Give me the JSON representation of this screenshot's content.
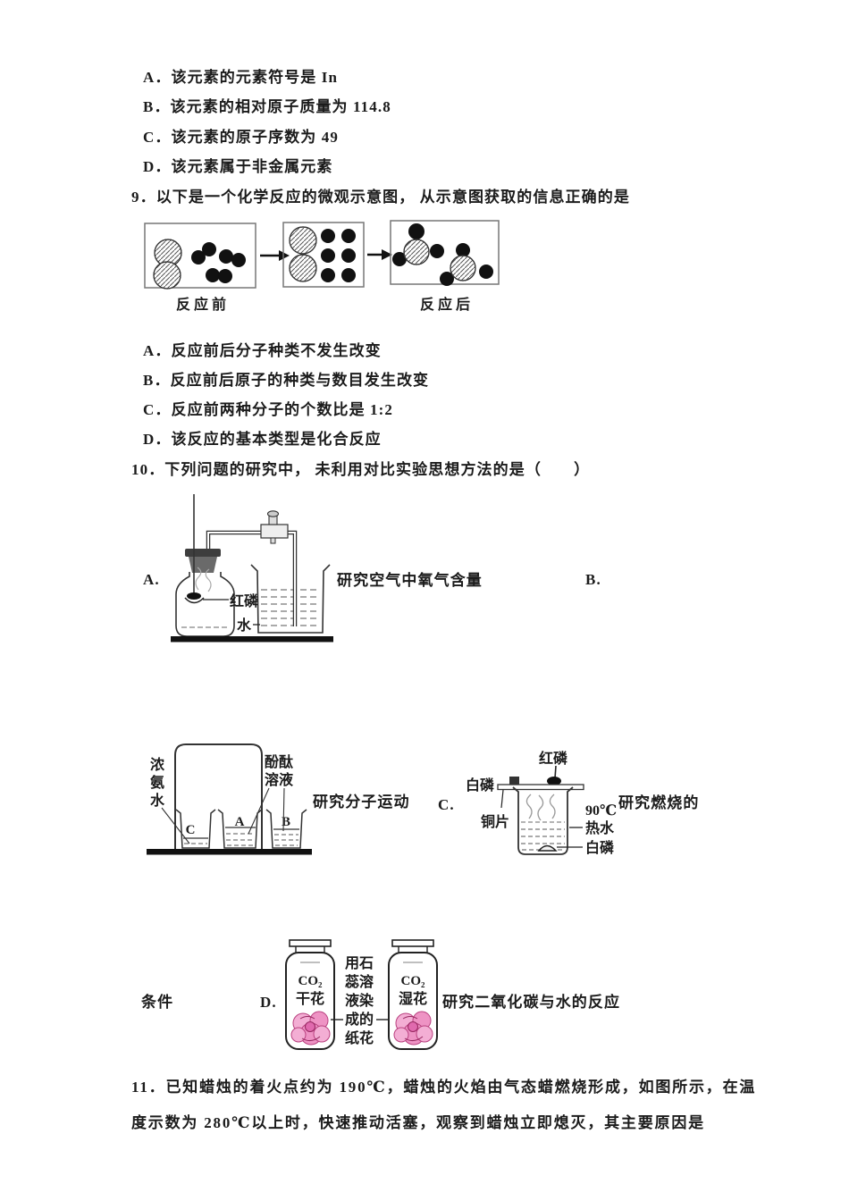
{
  "colors": {
    "text": "#1b1b1b",
    "diagram_stroke": "#333333",
    "box_border": "#777777",
    "navy_label": "#2c3a6b",
    "temperature_orange": "#a05f1f",
    "rose_pink": "#ee93c4",
    "rose_pink_dark": "#b9407f",
    "stopper_gray": "#555555",
    "table_black": "#111111"
  },
  "q8": {
    "option_a": "A．该元素的元素符号是 In",
    "option_b": "B．该元素的相对原子质量为 114.8",
    "option_c": "C．该元素的原子序数为 49",
    "option_d": "D．该元素属于非金属元素"
  },
  "q9": {
    "stem": "9．以下是一个化学反应的微观示意图， 从示意图获取的信息正确的是",
    "diagram": {
      "before_label": "反应前",
      "after_label": "反应后"
    },
    "option_a": "A．反应前后分子种类不发生改变",
    "option_b": "B．反应前后原子的种类与数目发生改变",
    "option_c": "C．反应前两种分子的个数比是 1:2",
    "option_d": "D．该反应的基本类型是化合反应"
  },
  "q10": {
    "stem": "10．下列问题的研究中， 未利用对比实验思想方法的是（　　）",
    "exp_a": {
      "letter": "A.",
      "caption": "研究空气中氧气含量",
      "label_red_phosphorus": "红磷",
      "label_water": "水"
    },
    "exp_b": {
      "letter": "B.",
      "caption": "研究分子运动",
      "ammonia_chars": [
        "浓",
        "氨",
        "水"
      ],
      "phenolphthalein_line1": "酚酞",
      "phenolphthalein_line2": "溶液",
      "beaker_c": "C",
      "beaker_a": "A",
      "beaker_b": "B"
    },
    "exp_c": {
      "letter": "C.",
      "caption": "研究燃烧的",
      "caption_cont": "条件",
      "label_red_phosphorus": "红磷",
      "label_white_phosphorus_top": "白磷",
      "label_copper_sheet": "铜片",
      "label_temperature": "90℃",
      "label_hot_water": "热水",
      "label_white_phosphorus_bottom": "白磷"
    },
    "exp_d": {
      "letter": "D.",
      "caption": "研究二氧化碳与水的反应",
      "gas_label": "CO₂",
      "flower_dry": "干花",
      "flower_wet": "湿花",
      "middle_note_lines": [
        "用石",
        "蕊溶",
        "液染",
        "成的",
        "纸花"
      ]
    }
  },
  "q11": {
    "line1": "11．已知蜡烛的着火点约为 190℃，蜡烛的火焰由气态蜡燃烧形成，如图所示，在温",
    "line2": "度示数为 280℃以上时，快速推动活塞，观察到蜡烛立即熄灭，其主要原因是"
  }
}
